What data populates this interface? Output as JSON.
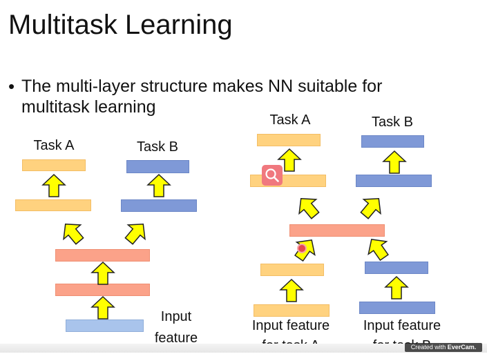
{
  "slide": {
    "title": "Multitask Learning",
    "bullet": "The multi-layer structure makes NN suitable for multitask learning"
  },
  "left_diagram": {
    "task_a_label": "Task A",
    "task_b_label": "Task B",
    "input_label_line1": "Input",
    "input_label_line2": "feature"
  },
  "right_diagram": {
    "task_a_label": "Task A",
    "task_b_label": "Task B",
    "input_a_line1": "Input feature",
    "input_a_line2": "for task A",
    "input_b_line1": "Input feature",
    "input_b_line2": "for task B"
  },
  "watermark": {
    "prefix": "Created with ",
    "brand": "EverCam."
  },
  "colors": {
    "task_a_layer": "#ffd27f",
    "task_b_layer": "#7f99d7",
    "shared_layer": "#fba289",
    "input_layer": "#a9c4ec",
    "arrow_fill": "#ffff00",
    "arrow_stroke": "#222222"
  },
  "icons": {
    "zoom": "magnifier-icon",
    "record": "record-dot-icon"
  }
}
